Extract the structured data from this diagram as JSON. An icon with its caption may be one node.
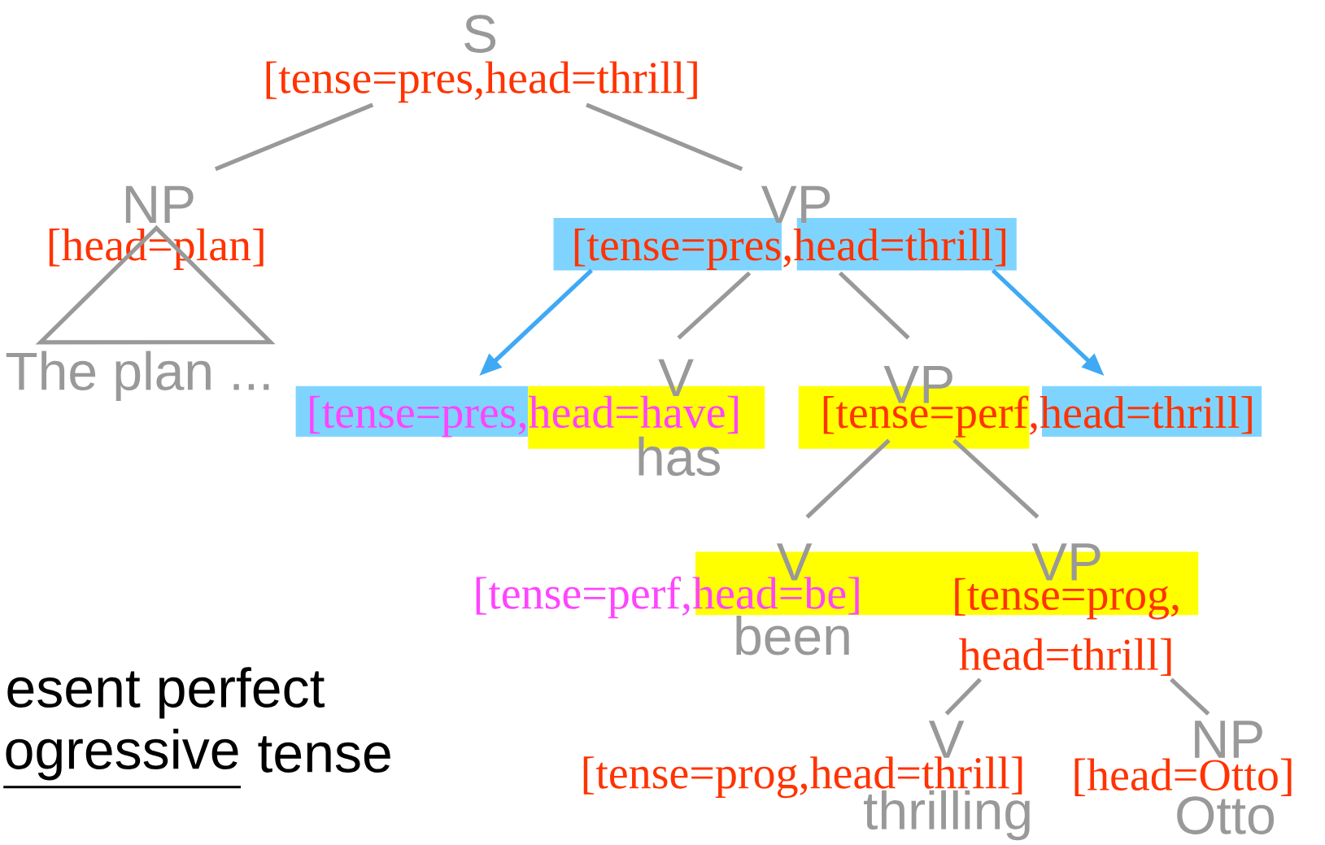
{
  "diagram": {
    "nodes": [
      {
        "text": [
          "S",
          "[tense=pres,head=thrill]"
        ]
      },
      {
        "text": [
          "NP",
          "[head=plan]"
        ]
      },
      {
        "text": [
          "The plan ..."
        ]
      },
      {
        "text": [
          "VP",
          "[tense=pres,head=thrill]"
        ]
      },
      {
        "text": [
          "V",
          "[tense=pres,head=have]",
          "has"
        ]
      },
      {
        "text": [
          "VP",
          "[tense=perf,head=thrill]"
        ]
      },
      {
        "text": [
          "V",
          "[tense=perf,head=be]",
          "been"
        ]
      },
      {
        "text": [
          "VP",
          "[tense=prog, head=thrill]"
        ]
      },
      {
        "text": [
          "V",
          "[tense=prog,head=thrill]",
          "thrilling"
        ]
      },
      {
        "text": [
          "NP",
          "[head=Otto]",
          "Otto"
        ]
      }
    ],
    "edges": [
      {
        "from": 0,
        "to": 1,
        "arrow": "none"
      },
      {
        "from": 0,
        "to": 3,
        "arrow": "none"
      },
      {
        "from": 1,
        "to": 2,
        "arrow": "none"
      },
      {
        "from": 3,
        "to": 4,
        "arrow": "none"
      },
      {
        "from": 3,
        "to": 5,
        "arrow": "none"
      },
      {
        "from": 3,
        "to": 4,
        "arrow": "to",
        "color": "#3fa9f5"
      },
      {
        "from": 3,
        "to": 5,
        "arrow": "to",
        "color": "#3fa9f5"
      },
      {
        "from": 5,
        "to": 6,
        "arrow": "none"
      },
      {
        "from": 5,
        "to": 7,
        "arrow": "none"
      },
      {
        "from": 7,
        "to": 8,
        "arrow": "none"
      },
      {
        "from": 7,
        "to": 9,
        "arrow": "none"
      }
    ],
    "labels": [
      "esent perfect",
      "ogressive",
      "tense"
    ]
  }
}
